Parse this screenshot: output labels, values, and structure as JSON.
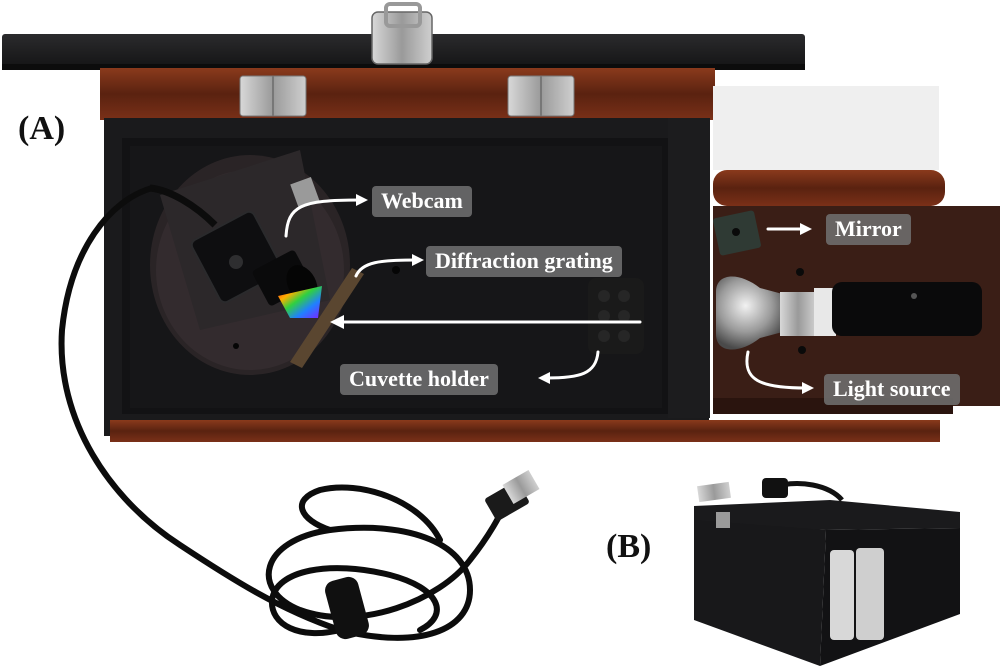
{
  "panels": {
    "a_label": "(A)",
    "b_label": "(B)"
  },
  "labels": {
    "webcam": "Webcam",
    "diffraction_grating": "Diffraction grating",
    "mirror": "Mirror",
    "cuvette_holder": "Cuvette holder",
    "light_source": "Light source"
  },
  "colors": {
    "box_wood": "#6a2a16",
    "box_interior": "#141416",
    "lid": "#1e1e20",
    "callout_bg": "#6e6e6e",
    "arrow": "#ffffff"
  }
}
